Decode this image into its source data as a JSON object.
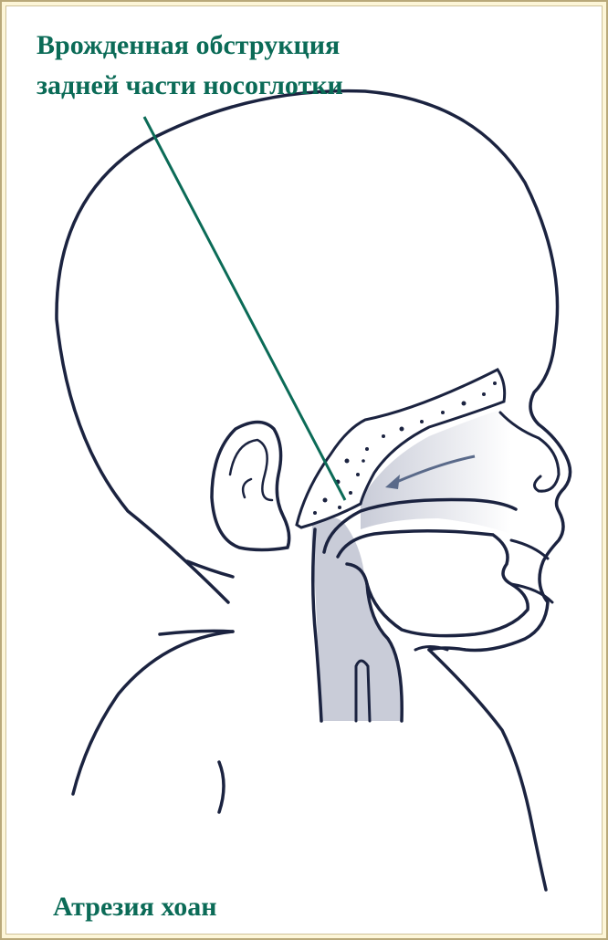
{
  "title": {
    "line1": "Врожденная обструкция",
    "line2": "задней части носоглотки"
  },
  "caption": "Атрезия хоан",
  "colors": {
    "background": "#fdf6d8",
    "accent_green": "#0b6b57",
    "outline": "#1b2340",
    "airway_fill": "#c9ccd8",
    "arrow": "#5a6a8a"
  }
}
